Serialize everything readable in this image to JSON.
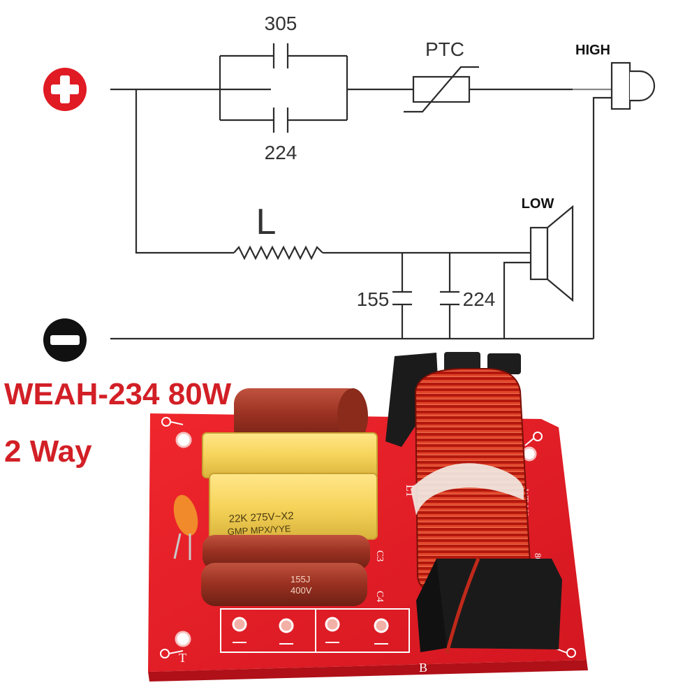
{
  "schematic": {
    "cap_top": "305",
    "cap_bottom": "224",
    "ptc": "PTC",
    "high_speaker": "HIGH",
    "low_speaker": "LOW",
    "inductor": "L",
    "cap_low_1": "155",
    "cap_low_2": "224",
    "positive_terminal_icon": "plus-circle-icon",
    "negative_terminal_icon": "minus-circle-icon",
    "positive_color": "#e01b24",
    "negative_color": "#111111"
  },
  "product": {
    "model": "WEAH-234 80W",
    "type": "2 Way",
    "title_color": "#d21f26"
  },
  "board_markings": {
    "inductor_ref": "L1",
    "cap_yellow_print": "22K 275V~X2",
    "cap_yellow_print2": "GMP MPX/YYE",
    "cap_red_print": "155J",
    "cap_red_print2": "400V",
    "c3": "C3",
    "c4": "C4",
    "terminal_t": "T",
    "terminal_b": "B",
    "board_model": "WEAH-234",
    "board_watts": "80W"
  }
}
